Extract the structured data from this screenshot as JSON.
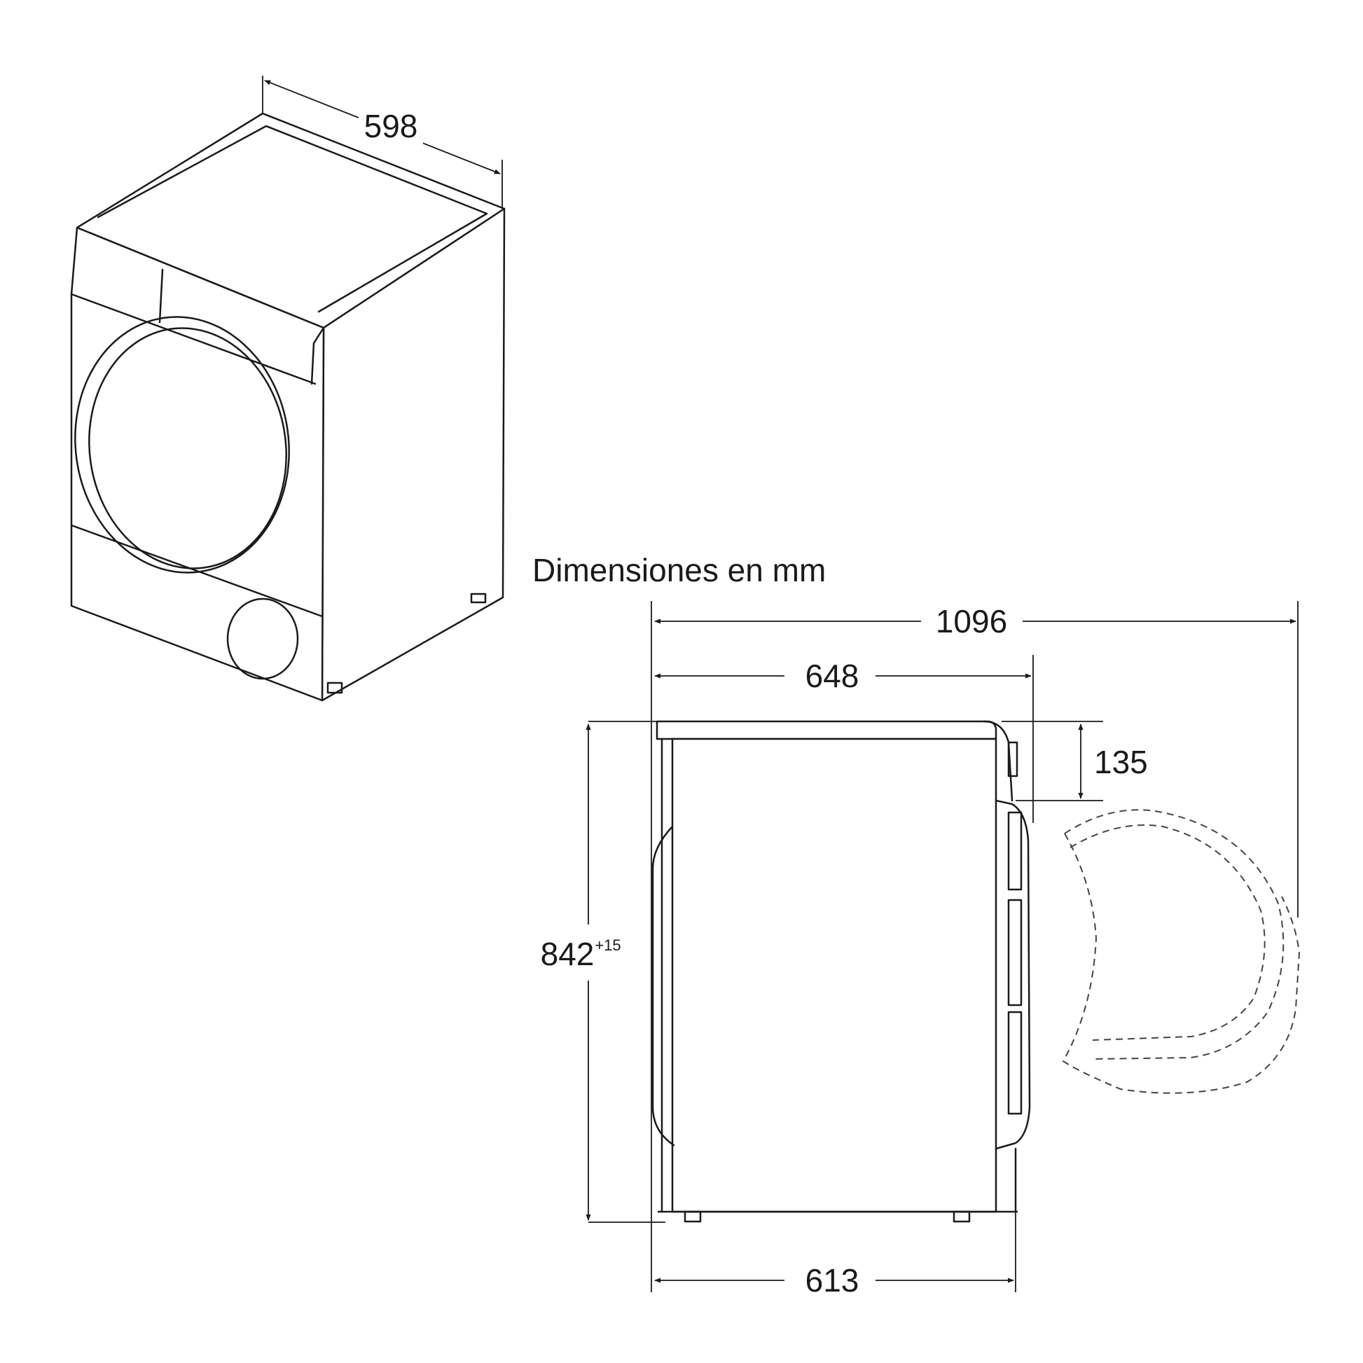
{
  "title": "Dimensiones en mm",
  "dimensions": {
    "width": "598",
    "total_depth_door_open": "1096",
    "depth_with_door": "648",
    "depth_body": "613",
    "height": "842",
    "height_tolerance": "+15",
    "control_panel_height": "135"
  }
}
